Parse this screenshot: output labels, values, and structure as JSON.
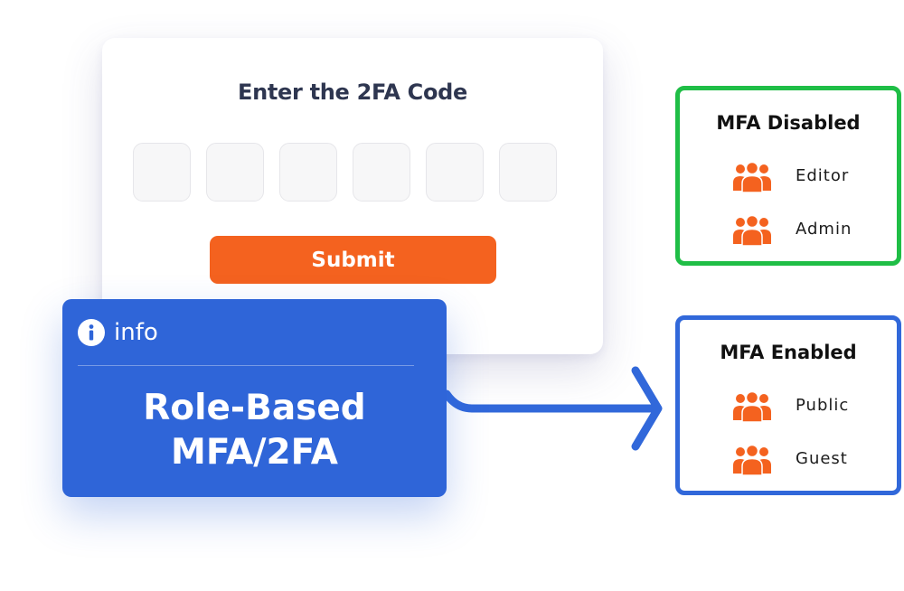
{
  "code_card": {
    "title": "Enter the 2FA Code",
    "digit_count": 6,
    "submit_label": "Submit"
  },
  "info_card": {
    "label": "info",
    "title_line1": "Role-Based",
    "title_line2": "MFA/2FA"
  },
  "mfa_disabled": {
    "heading": "MFA Disabled",
    "roles": [
      "Editor",
      "Admin"
    ]
  },
  "mfa_enabled": {
    "heading": "MFA Enabled",
    "roles": [
      "Public",
      "Guest"
    ]
  },
  "colors": {
    "accent_orange": "#f4621f",
    "info_blue": "#2f65d8",
    "disabled_border_green": "#1fbe46",
    "enabled_border_blue": "#3168da"
  },
  "icons": {
    "info": "info-circle-icon",
    "role": "users-group-icon"
  }
}
